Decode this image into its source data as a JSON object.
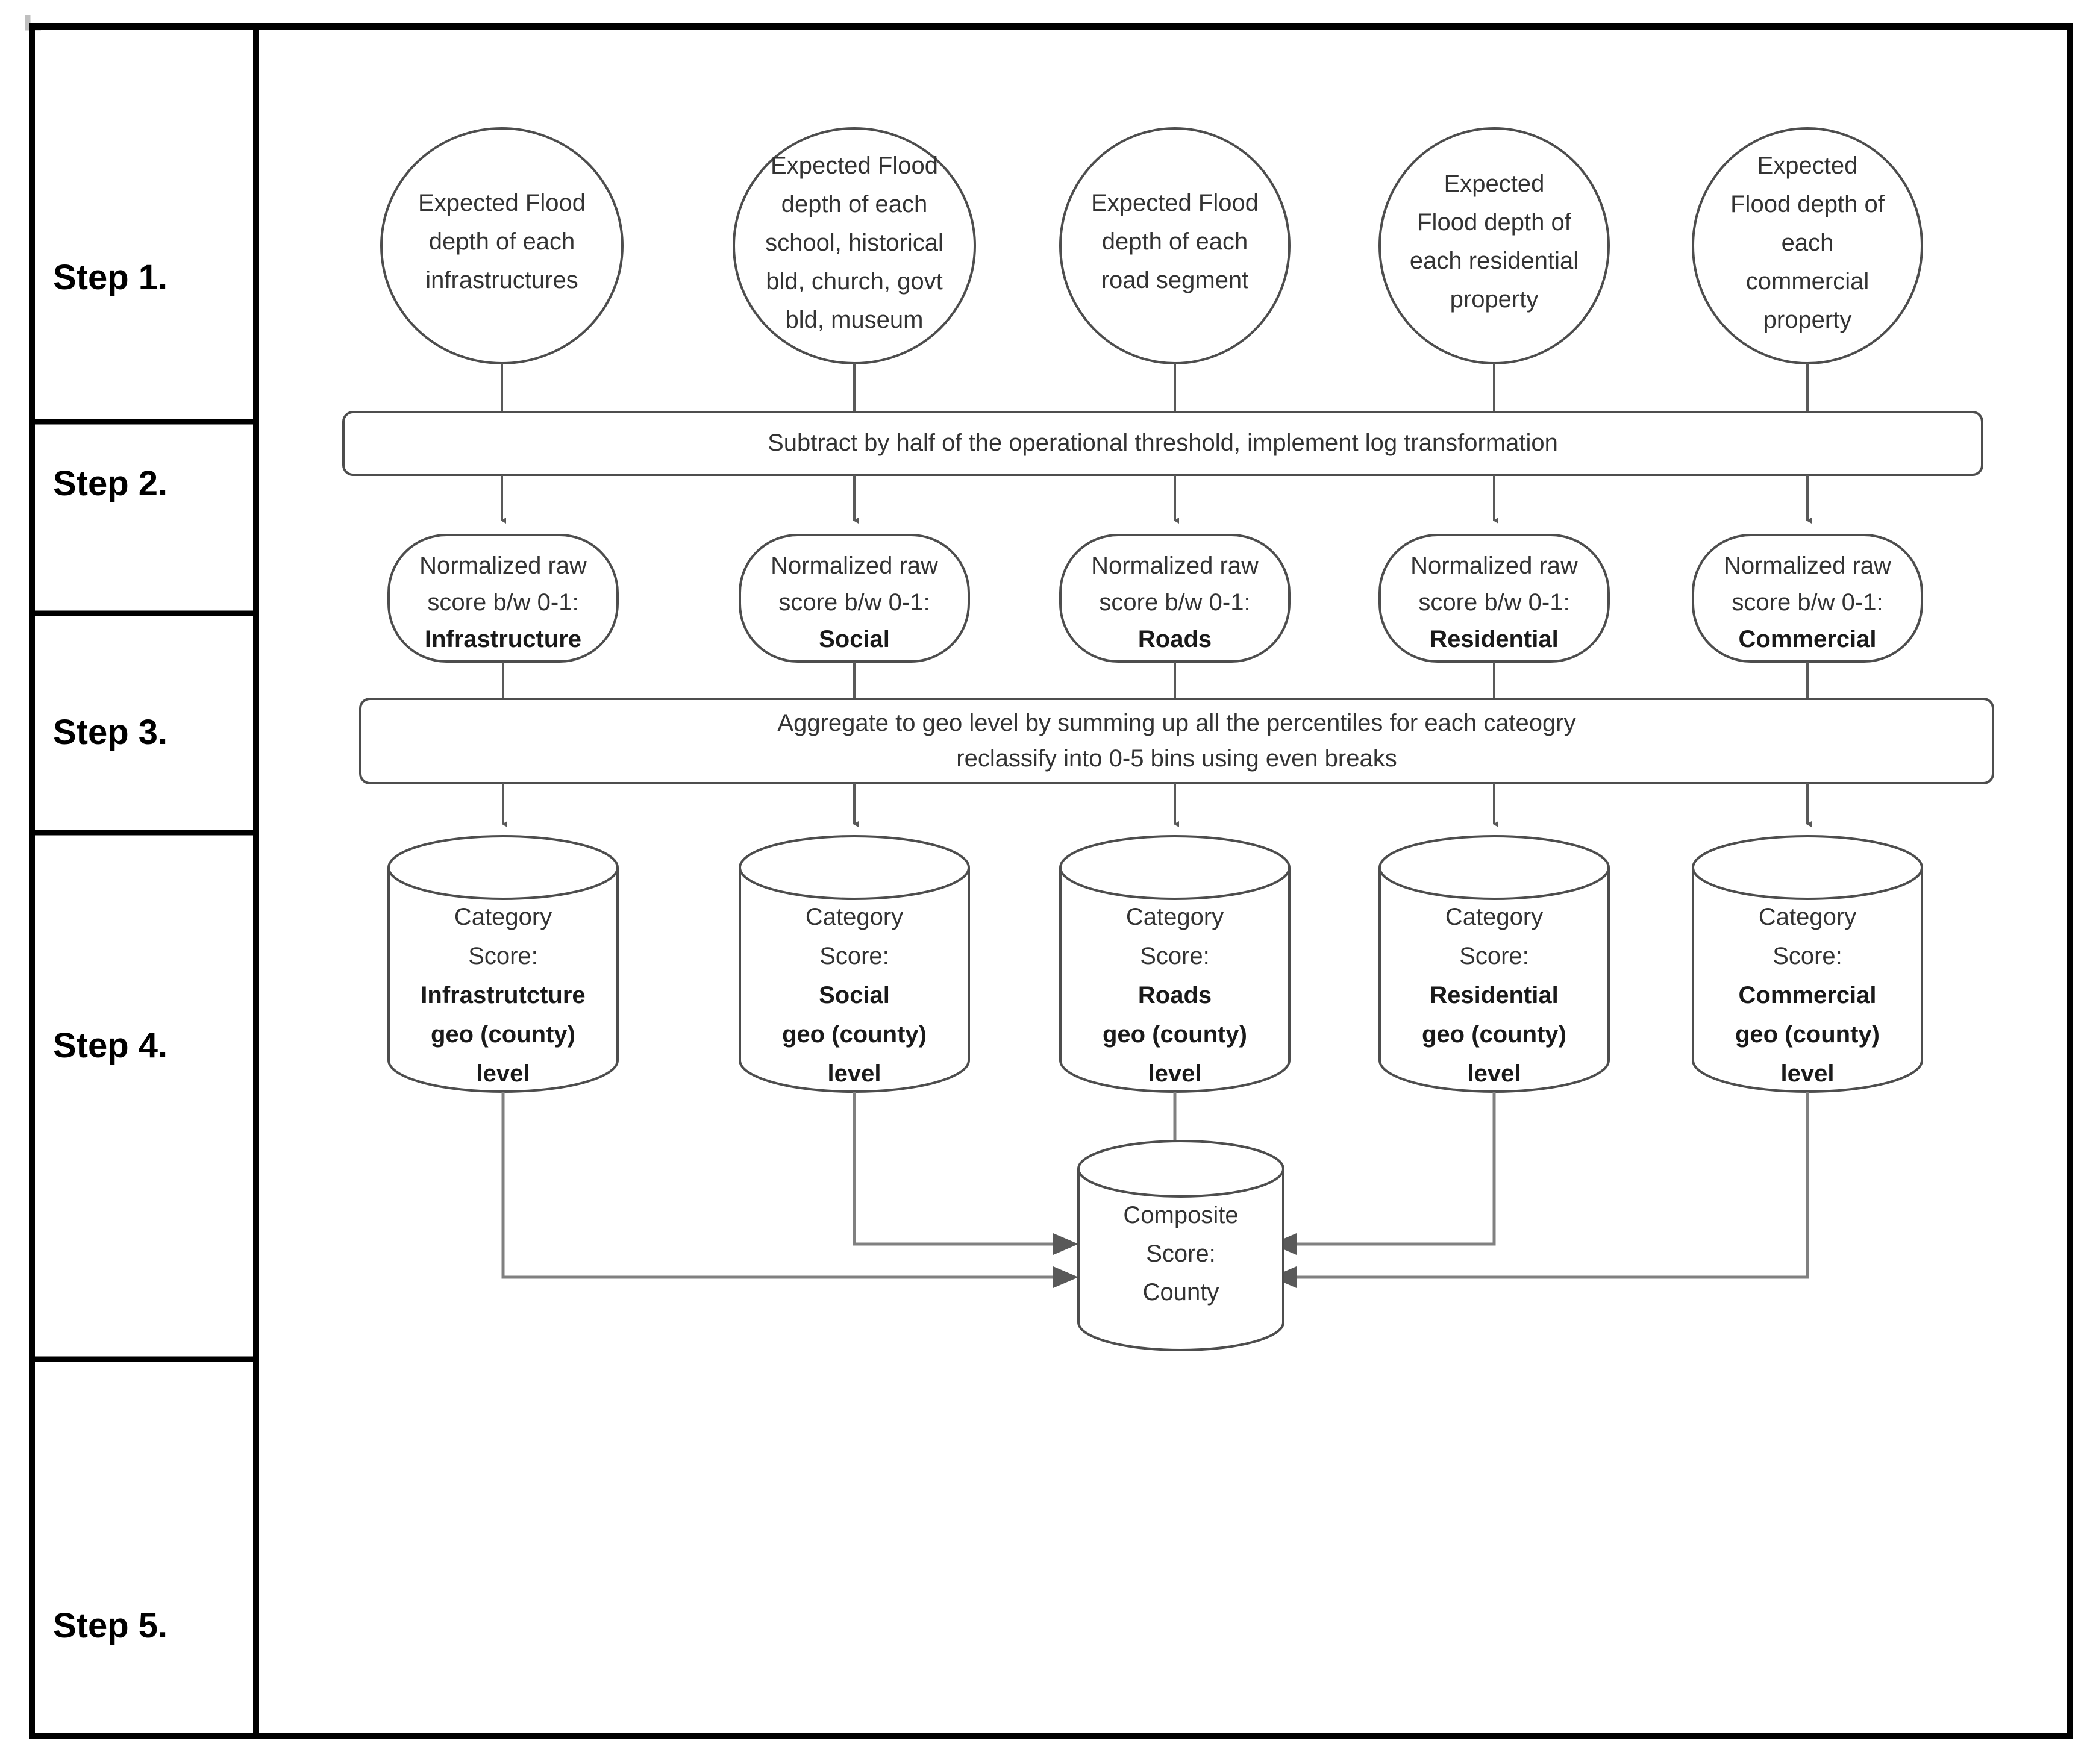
{
  "diagram": {
    "title": "Flood risk composite score methodology flowchart",
    "colors": {
      "frame": "#000000",
      "node_stroke": "#4d4d4d",
      "edge": "#808080",
      "text": "#333333"
    },
    "steps": [
      {
        "id": "step-1",
        "label": "Step 1."
      },
      {
        "id": "step-2",
        "label": "Step 2."
      },
      {
        "id": "step-3",
        "label": "Step 3."
      },
      {
        "id": "step-4",
        "label": "Step 4."
      },
      {
        "id": "step-5",
        "label": "Step 5."
      }
    ],
    "step1_inputs": [
      {
        "id": "input-infrastructure",
        "lines": [
          "Expected Flood",
          "depth of each",
          "infrastructures"
        ]
      },
      {
        "id": "input-social",
        "lines": [
          "Expected Flood",
          "depth of each",
          "school, historical",
          "bld, church, govt",
          "bld, museum"
        ]
      },
      {
        "id": "input-roads",
        "lines": [
          "Expected Flood",
          "depth of each",
          "road segment"
        ]
      },
      {
        "id": "input-residential",
        "lines": [
          "Expected",
          "Flood depth of",
          "each residential",
          "property"
        ]
      },
      {
        "id": "input-commercial",
        "lines": [
          "Expected",
          "Flood depth of",
          "each",
          "commercial",
          "property"
        ]
      }
    ],
    "step2_process": {
      "id": "process-normalize",
      "lines": [
        "Subtract by half of the operational threshold, implement log transformation"
      ]
    },
    "step2_outputs": [
      {
        "id": "score-infrastructure",
        "lines": [
          "Normalized raw",
          "score b/w 0-1:"
        ],
        "bold": "Infrastructure"
      },
      {
        "id": "score-social",
        "lines": [
          "Normalized raw",
          "score b/w 0-1:"
        ],
        "bold": "Social"
      },
      {
        "id": "score-roads",
        "lines": [
          "Normalized raw",
          "score b/w 0-1:"
        ],
        "bold": "Roads"
      },
      {
        "id": "score-residential",
        "lines": [
          "Normalized raw",
          "score b/w 0-1:"
        ],
        "bold": "Residential"
      },
      {
        "id": "score-commercial",
        "lines": [
          "Normalized raw",
          "score b/w 0-1:"
        ],
        "bold": "Commercial"
      }
    ],
    "step3_process": {
      "id": "process-aggregate",
      "lines": [
        "Aggregate to geo level by summing up all the percentiles for each cateogry",
        "reclassify into 0-5 bins using even breaks"
      ]
    },
    "step4_stores": [
      {
        "id": "store-infrastructure",
        "lines": [
          "Category",
          "Score:"
        ],
        "bold_lines": [
          "Infrastrutcture",
          "geo (county)",
          "level"
        ]
      },
      {
        "id": "store-social",
        "lines": [
          "Category",
          "Score:"
        ],
        "bold_lines": [
          "Social",
          "geo (county)",
          "level"
        ]
      },
      {
        "id": "store-roads",
        "lines": [
          "Category",
          "Score:"
        ],
        "bold_lines": [
          "Roads",
          "geo (county)",
          "level"
        ]
      },
      {
        "id": "store-residential",
        "lines": [
          "Category",
          "Score:"
        ],
        "bold_lines": [
          "Residential",
          "geo (county)",
          "level"
        ]
      },
      {
        "id": "store-commercial",
        "lines": [
          "Category",
          "Score:"
        ],
        "bold_lines": [
          "Commercial",
          "geo (county)",
          "level"
        ]
      }
    ],
    "composite": {
      "id": "store-composite",
      "lines": [
        "Composite",
        "Score:",
        "County"
      ]
    }
  }
}
